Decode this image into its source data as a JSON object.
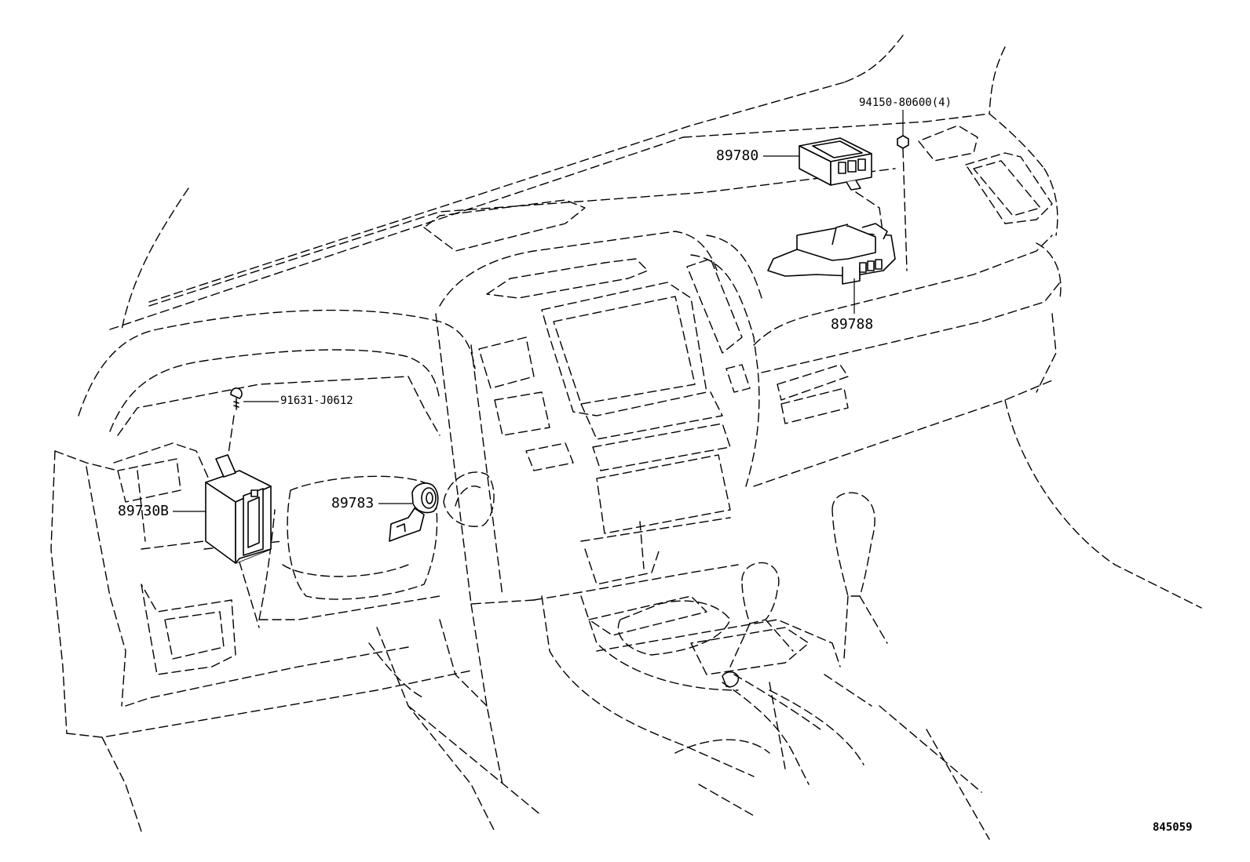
{
  "labels": {
    "p94150": "94150-80600(4)",
    "p89780": "89780",
    "p89788": "89788",
    "p91631": "91631-J0612",
    "p89730B": "89730B",
    "p89783": "89783",
    "drawing_no": "845059"
  },
  "colors": {
    "ink": "#000000",
    "paper": "#ffffff"
  }
}
